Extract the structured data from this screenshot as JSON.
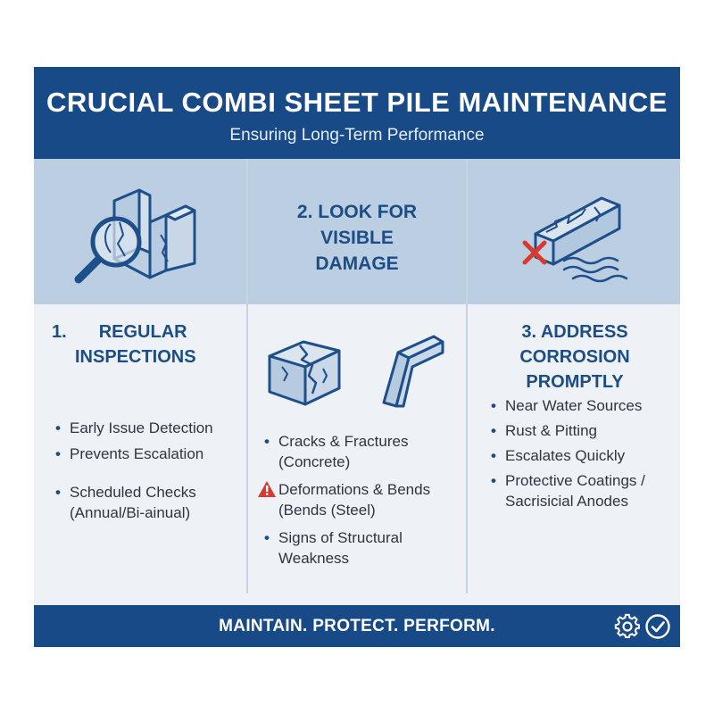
{
  "header": {
    "title": "CRUCIAL COMBI SHEET PILE MAINTENANCE",
    "subtitle": "Ensuring Long-Term Performance"
  },
  "columns": [
    {
      "number": "1.",
      "heading_line1": "REGULAR",
      "heading_line2": "INSPECTIONS",
      "illustration": "magnifier-sheet-pile-icon",
      "items": [
        {
          "line1": "Early Issue Detection"
        },
        {
          "line1": "Prevents Escalation"
        },
        {
          "line1": "Scheduled Checks",
          "line2": "(Annual/Bi-ainual)"
        }
      ]
    },
    {
      "heading_line1": "2. LOOK FOR",
      "heading_line2": "VISIBLE",
      "heading_line3": "DAMAGE",
      "illustration": "cracked-concrete-bent-steel-icon",
      "items": [
        {
          "line1": "Cracks & Fractures",
          "line2": "(Concrete)"
        },
        {
          "line1": "Deformations & Bends",
          "line2": "(Bends (Steel)",
          "marker": "warning-icon"
        },
        {
          "line1": "Signs of Structural",
          "line2": "Weakness"
        }
      ]
    },
    {
      "heading_line1": "3. ADDRESS CORROSION",
      "heading_line2": "PROMPTLY",
      "illustration": "corroded-beam-water-icon",
      "items": [
        {
          "line1": "Near Water Sources"
        },
        {
          "line1": "Rust & Pitting"
        },
        {
          "line1": "Escalates Quickly"
        },
        {
          "line1": "Protective Coatings /",
          "line2": "Sacrisicial Anodes"
        }
      ]
    }
  ],
  "footer": {
    "tagline": "MAINTAIN. PROTECT. PERFORM.",
    "icons": [
      "gear-icon",
      "check-circle-icon"
    ]
  },
  "colors": {
    "navy": "#174a86",
    "band": "#bccfe2",
    "panel": "#eef2f7",
    "heading": "#1c4d85",
    "warning": "#d93a2f"
  }
}
